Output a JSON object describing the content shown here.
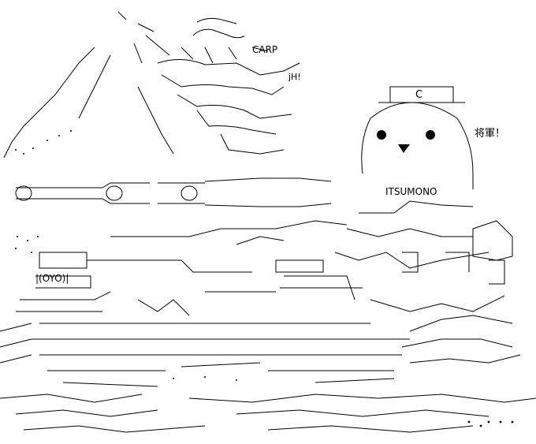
{
  "art": {
    "labels": {
      "carp": "CARP",
      "shogun": "将軍！",
      "itsumono": "ITSUMONO",
      "oyo": "|(OYO)|",
      "jh": "jH!",
      "cap_letter": "C"
    }
  }
}
